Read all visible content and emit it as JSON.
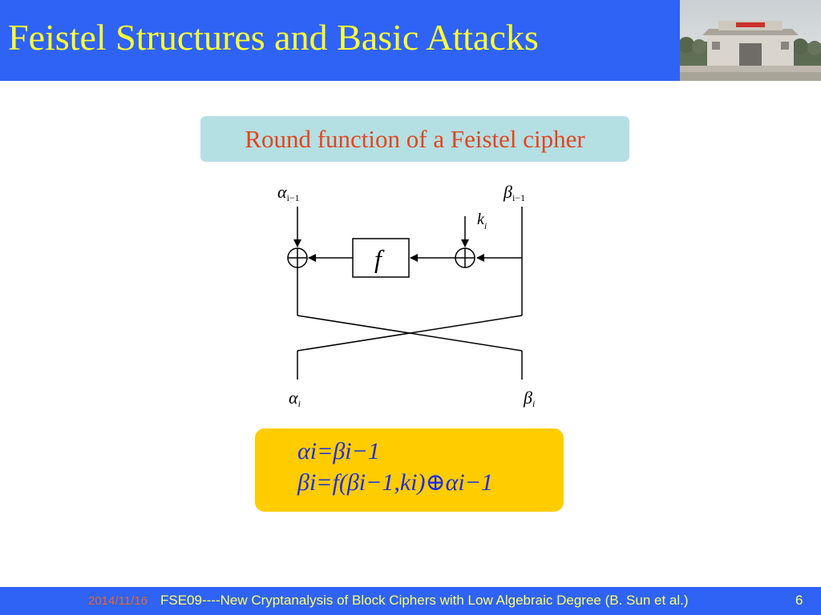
{
  "slide": {
    "title": "Feistel Structures and Basic Attacks",
    "caption": "Round function of a Feistel cipher"
  },
  "diagram": {
    "input_left": "α",
    "input_left_sub": "i−1",
    "input_right": "β",
    "input_right_sub": "i−1",
    "key": "k",
    "key_sub": "i",
    "function": "f",
    "output_left": "α",
    "output_left_sub": "i",
    "output_right": "β",
    "output_right_sub": "i"
  },
  "equations": {
    "line1": "αi=βi−1",
    "line2": "βi=f(βi−1,ki)⊕αi−1"
  },
  "footer": {
    "date": "2014/11/16",
    "citation": "FSE09----New Cryptanalysis of Block Ciphers with Low Algebraic Degree (B. Sun et al.)",
    "page": "6"
  },
  "colors": {
    "title_bar": "#2f63f5",
    "title_text": "#ffff33",
    "caption_bg": "#b4dfe3",
    "caption_text": "#e2451d",
    "equation_bg": "#ffcc00",
    "equation_text": "#1f2fe0"
  }
}
